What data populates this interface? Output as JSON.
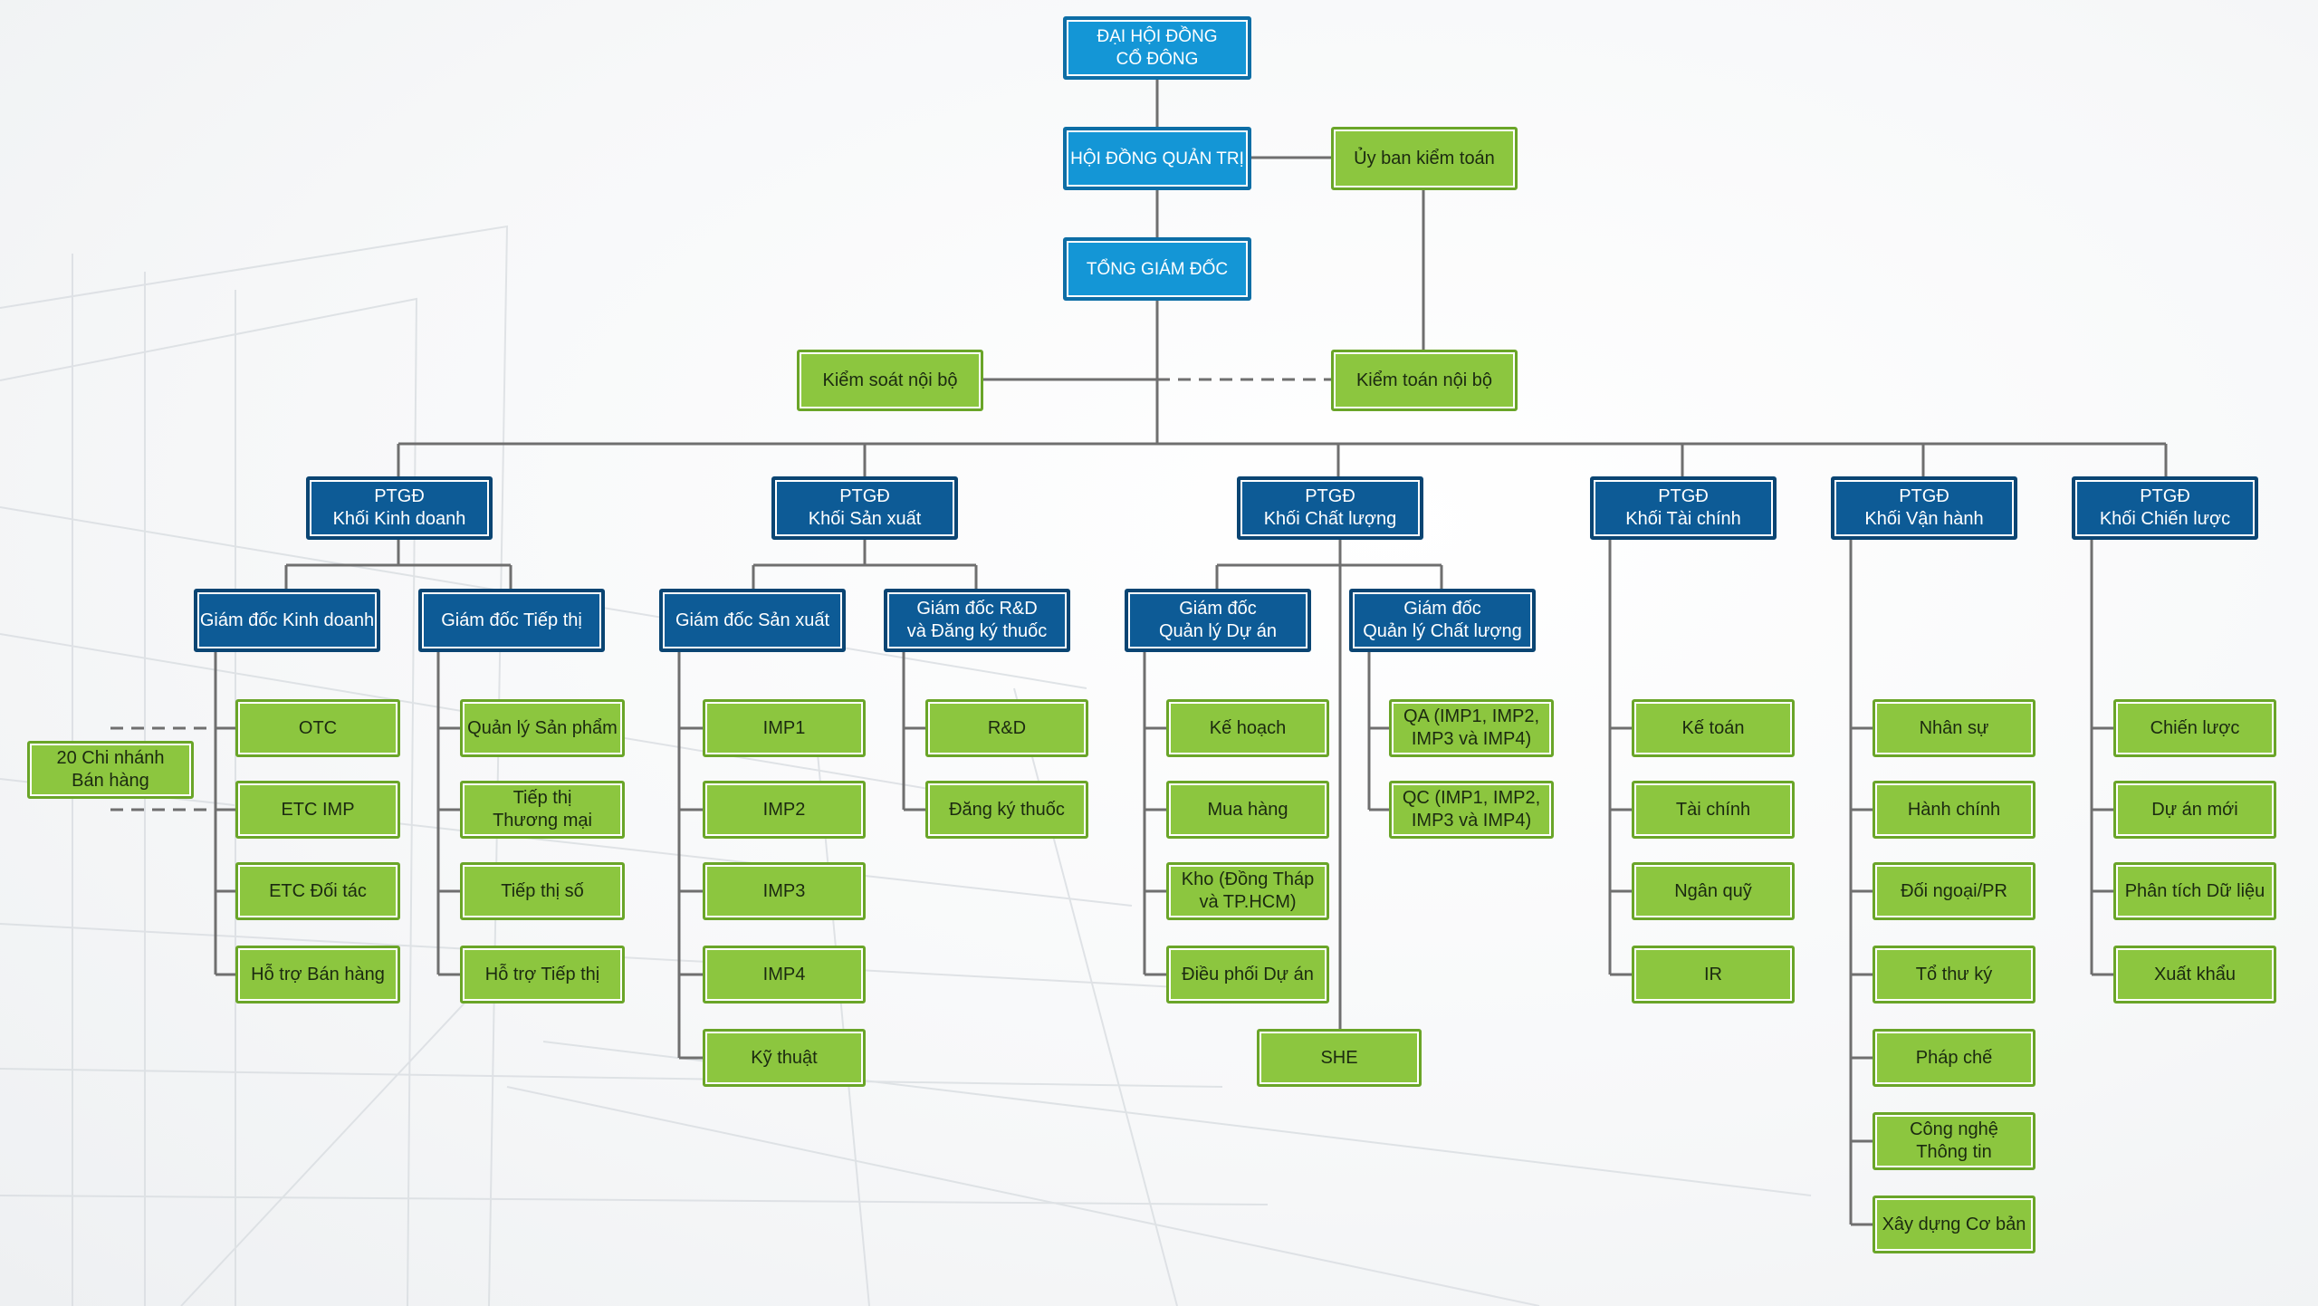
{
  "colors": {
    "top": "#1496d6",
    "director": "#0d5b96",
    "unit": "#8cc63f",
    "line": "#6f6f6f"
  },
  "top": {
    "shareholders": "ĐẠI HỘI ĐỒNG\nCỔ ĐÔNG",
    "board": "HỘI ĐỒNG QUẢN TRỊ",
    "ceo": "TỔNG GIÁM ĐỐC",
    "audit_committee": "Ủy ban kiểm toán",
    "internal_control": "Kiểm soát nội bộ",
    "internal_audit": "Kiểm toán nội bộ"
  },
  "deputies": {
    "business": "PTGĐ\nKhối Kinh doanh",
    "production": "PTGĐ\nKhối Sản xuất",
    "quality": "PTGĐ\nKhối Chất lượng",
    "finance": "PTGĐ\nKhối Tài chính",
    "operations": "PTGĐ\nKhối Vận hành",
    "strategy": "PTGĐ\nKhối Chiến lược"
  },
  "directors": {
    "sales": "Giám đốc Kinh doanh",
    "marketing": "Giám đốc Tiếp thị",
    "production": "Giám đốc Sản xuất",
    "rnd": "Giám đốc R&D\nvà Đăng ký thuốc",
    "project": "Giám đốc\nQuản lý Dự án",
    "quality": "Giám đốc\nQuản lý Chất lượng"
  },
  "branches": "20 Chi nhánh\nBán hàng",
  "units": {
    "sales": [
      "OTC",
      "ETC IMP",
      "ETC Đối tác",
      "Hỗ trợ Bán hàng"
    ],
    "marketing": [
      "Quản lý Sản phẩm",
      "Tiếp thị\nThương mại",
      "Tiếp thị số",
      "Hỗ trợ Tiếp thị"
    ],
    "production": [
      "IMP1",
      "IMP2",
      "IMP3",
      "IMP4",
      "Kỹ thuật"
    ],
    "rnd": [
      "R&D",
      "Đăng ký thuốc"
    ],
    "project": [
      "Kế hoạch",
      "Mua hàng",
      "Kho (Đồng Tháp\nvà TP.HCM)",
      "Điều phối Dự án"
    ],
    "quality": [
      "QA (IMP1, IMP2,\nIMP3 và IMP4)",
      "QC (IMP1, IMP2,\nIMP3 và IMP4)"
    ],
    "she": "SHE",
    "finance": [
      "Kế toán",
      "Tài chính",
      "Ngân quỹ",
      "IR"
    ],
    "operations": [
      "Nhân sự",
      "Hành chính",
      "Đối ngoại/PR",
      "Tổ thư ký",
      "Pháp chế",
      "Công nghệ\nThông tin",
      "Xây dựng Cơ bản"
    ],
    "strategy": [
      "Chiến lược",
      "Dự án mới",
      "Phân tích Dữ liệu",
      "Xuất khẩu"
    ]
  }
}
